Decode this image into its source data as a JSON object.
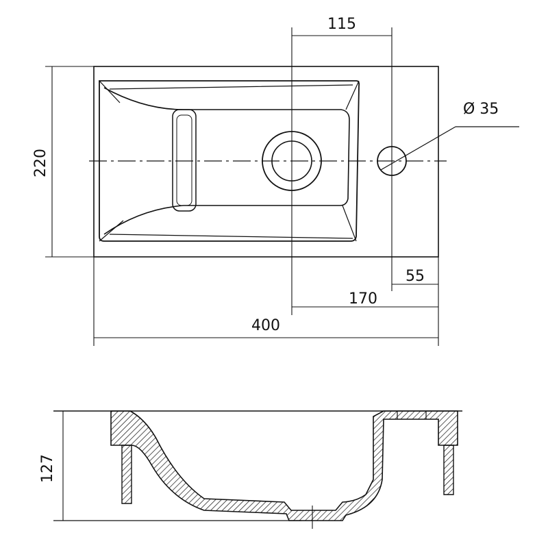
{
  "dimensions": {
    "overall_width": "400",
    "overall_depth": "220",
    "height": "127",
    "drain_offset": "115",
    "tap_hole_diameter": "Ø 35",
    "tap_hole_from_edge": "55",
    "drain_from_edge": "170"
  },
  "colors": {
    "line": "#111111",
    "background": "#ffffff"
  }
}
